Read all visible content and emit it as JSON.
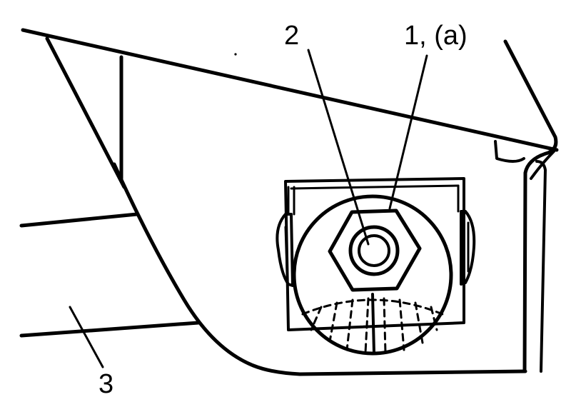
{
  "callouts": {
    "label_2": "2",
    "label_1a": "1, (a)",
    "label_3": "3"
  },
  "parts": {
    "ink_color": "#000000",
    "background_color": "#ffffff"
  }
}
